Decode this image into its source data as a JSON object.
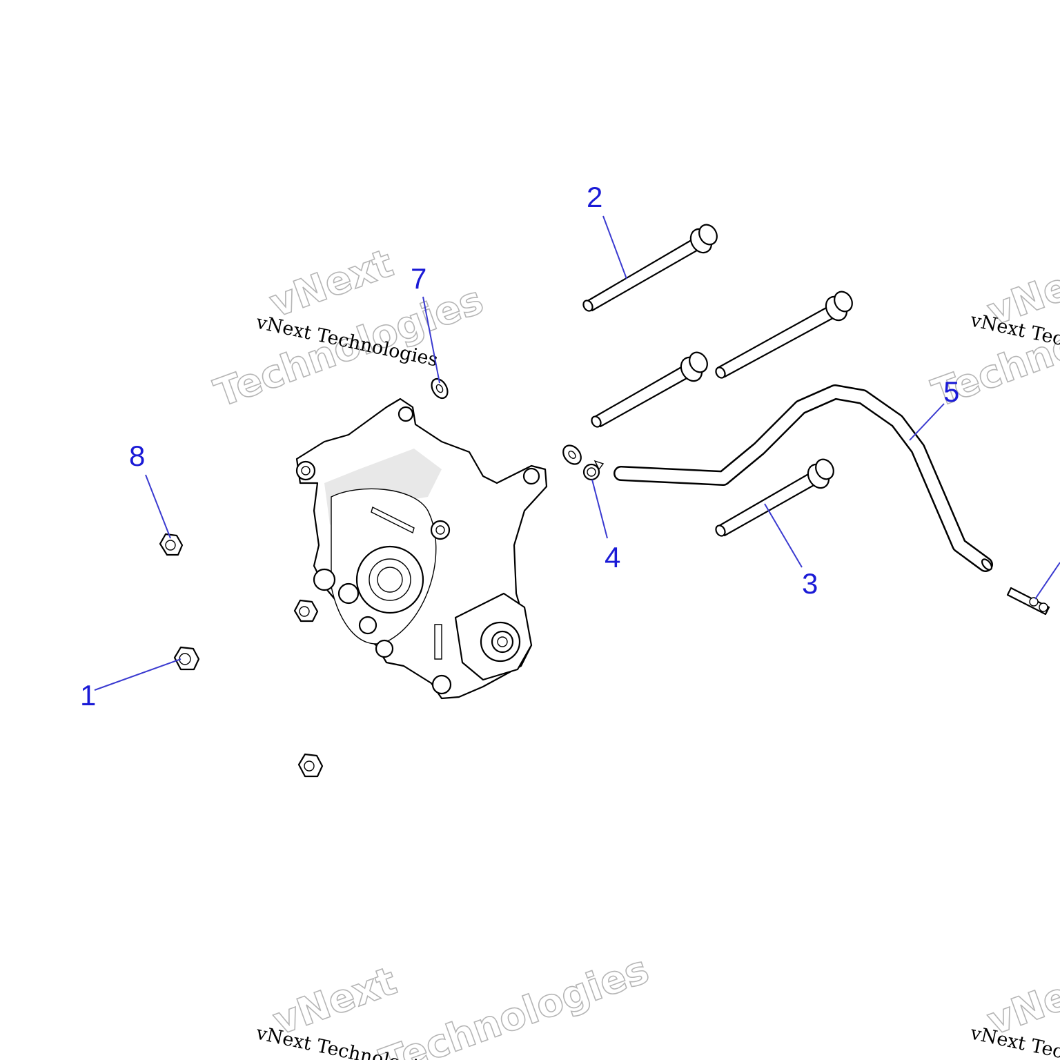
{
  "callouts": [
    {
      "label": "1"
    },
    {
      "label": "2"
    },
    {
      "label": "3"
    },
    {
      "label": "4"
    },
    {
      "label": "5"
    },
    {
      "label": "7"
    },
    {
      "label": "8"
    }
  ],
  "watermark": {
    "line1": "vNext",
    "line2": "Technologies",
    "inline": "vNext Technologies"
  },
  "icons": [
    "gearcase-housing",
    "bolt",
    "nut",
    "washer",
    "hose-clamp",
    "vent-hose",
    "fitting"
  ]
}
